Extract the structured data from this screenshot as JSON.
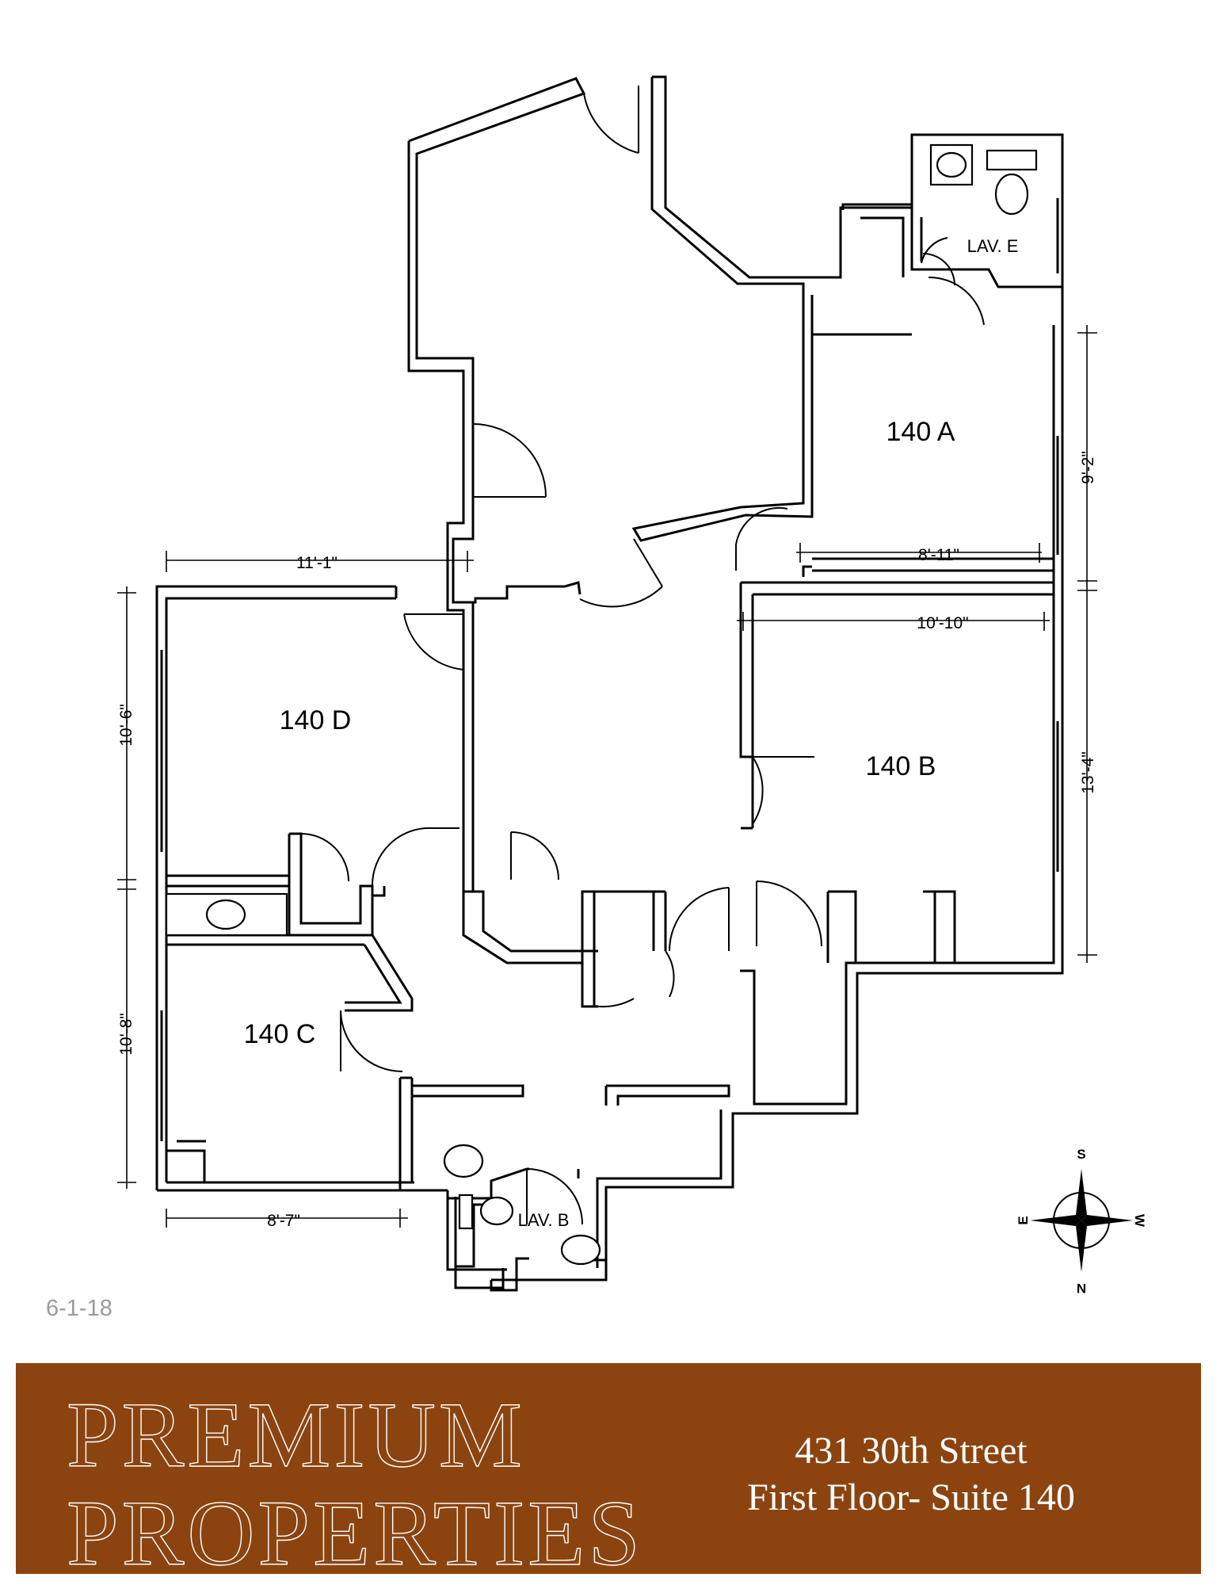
{
  "rooms": {
    "r140a": "140 A",
    "r140b": "140 B",
    "r140c": "140 C",
    "r140d": "140 D"
  },
  "lavatories": {
    "lav_e": "LAV. E",
    "lav_b": "LAV. B"
  },
  "dimensions": {
    "d_11_1": "11'-1\"",
    "d_8_11": "8'-11\"",
    "d_10_10": "10'-10\"",
    "d_8_7": "8'-7\"",
    "d_10_6": "10'-6\"",
    "d_10_8": "10'-8\"",
    "d_9_2": "9'-2\"",
    "d_13_4": "13'-4\""
  },
  "compass": {
    "north": "N",
    "south": "S",
    "east": "E",
    "west": "W"
  },
  "date": "6-1-18",
  "footer": {
    "brand_line1": "PREMIUM",
    "brand_line2": "PROPERTIES",
    "address_line1": "431 30th Street",
    "address_line2": "First Floor- Suite 140"
  },
  "colors": {
    "footer_bg": "#8b4410",
    "date_text": "#9a9a9a"
  }
}
